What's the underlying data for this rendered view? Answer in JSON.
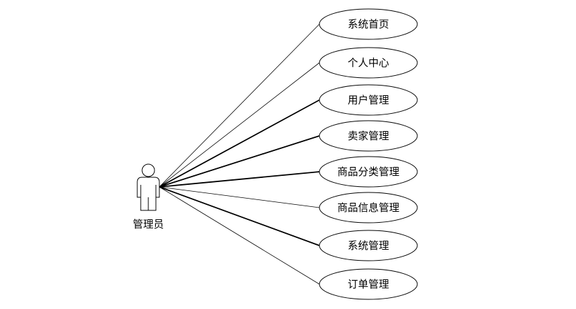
{
  "actor": {
    "label": "管理员",
    "icon": "stick-figure-actor-icon"
  },
  "use_cases": [
    {
      "id": "home",
      "label": "系统首页"
    },
    {
      "id": "personal-center",
      "label": "个人中心"
    },
    {
      "id": "user-management",
      "label": "用户管理"
    },
    {
      "id": "seller-management",
      "label": "卖家管理"
    },
    {
      "id": "category-management",
      "label": "商品分类管理"
    },
    {
      "id": "product-info-management",
      "label": "商品信息管理"
    },
    {
      "id": "system-management",
      "label": "系统管理"
    },
    {
      "id": "order-management",
      "label": "订单管理"
    }
  ],
  "colors": {
    "line": "#000000",
    "background": "#ffffff"
  }
}
